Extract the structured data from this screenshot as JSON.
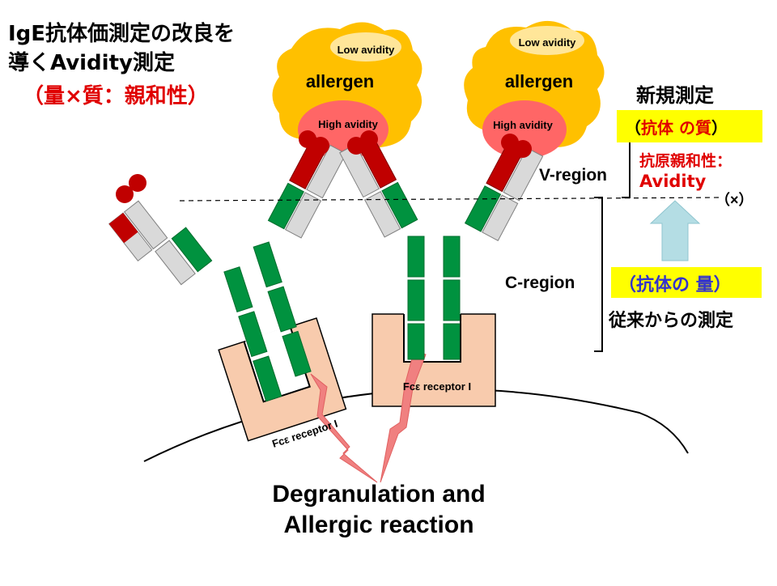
{
  "title": {
    "line1": "IgE抗体価測定の改良を",
    "line2": "導くAvidity測定",
    "line3": "（量×質：親和性）"
  },
  "allergens": [
    {
      "label": "allergen",
      "low_label": "Low avidity",
      "high_label": "High avidity"
    },
    {
      "label": "allergen",
      "low_label": "Low avidity",
      "high_label": "High avidity"
    }
  ],
  "receptors": [
    {
      "label": "Fcε receptor I"
    },
    {
      "label": "Fcε receptor I"
    }
  ],
  "regions": {
    "v_region": "V-region",
    "c_region": "C-region"
  },
  "new_measure": {
    "heading": "新規測定",
    "quality_label_open": "（",
    "quality_label_text": "抗体 の質",
    "quality_label_close": "）",
    "affinity_line1": "抗原親和性：",
    "affinity_line2": "Avidity",
    "cross_mark": "（×）"
  },
  "conventional": {
    "quantity_label": "（抗体の 量）",
    "caption": "従来からの測定"
  },
  "result": {
    "line1": "Degranulation and",
    "line2": "Allergic reaction"
  },
  "colors": {
    "allergen": "#ffc000",
    "high_avidity": "#ff6666",
    "low_avidity": "#ffe699",
    "antibody_red": "#c00000",
    "antibody_green": "#00923f",
    "antibody_gray": "#d9d9d9",
    "receptor_fill": "#f8cbad",
    "arrow_fill": "#b4dde4",
    "highlight": "#ffff00",
    "accent_red": "#e00000",
    "accent_blue": "#3333cc"
  }
}
